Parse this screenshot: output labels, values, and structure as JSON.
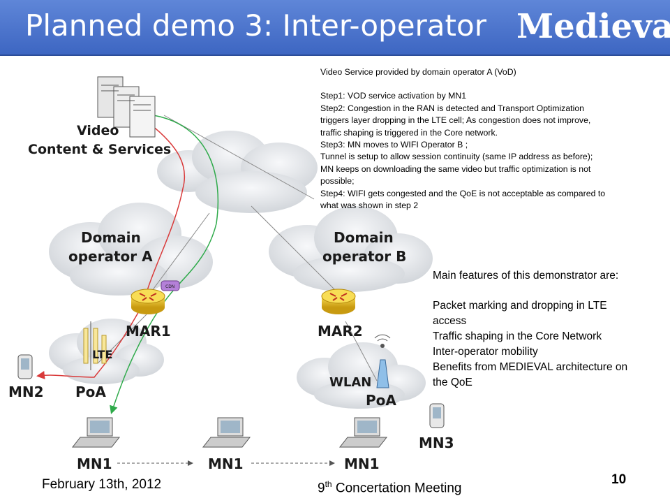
{
  "slide": {
    "title": "Planned demo 3: Inter-operator",
    "logo_text": "Medieval"
  },
  "diagram": {
    "video_line1": "Video",
    "video_line2": "Content & Services",
    "domain_a_line1": "Domain",
    "domain_a_line2": "operator A",
    "domain_b_line1": "Domain",
    "domain_b_line2": "operator B",
    "cdn": "CDN",
    "mar1": "MAR1",
    "mar2": "MAR2",
    "lte": "LTE",
    "poa_a": "PoA",
    "mn2": "MN2",
    "wlan": "WLAN",
    "poa_b": "PoA",
    "mn3": "MN3",
    "mn1_a": "MN1",
    "mn1_b": "MN1",
    "mn1_c": "MN1"
  },
  "scenario": [
    "Video Service provided by domain operator A (VoD)",
    "",
    "Step1: VOD  service activation by MN1",
    "Step2: Congestion in the RAN is detected and Transport Optimization",
    "triggers layer dropping in the LTE cell; As congestion does not improve,",
    "traffic shaping is triggered in the Core network.",
    "Step3: MN moves to WIFI Operator B ;",
    "Tunnel is setup to allow session continuity (same IP address as before);",
    "MN keeps on downloading the same video but traffic optimization is not",
    "possible;",
    "Step4: WIFI gets congested and the QoE is not acceptable as compared to",
    "what was shown in step 2"
  ],
  "features": [
    "Main features of this demonstrator are:",
    "",
    "Packet marking and dropping in LTE",
    "access",
    "Traffic shaping in the Core Network",
    "Inter-operator mobility",
    "Benefits from MEDIEVAL architecture on",
    "the QoE"
  ],
  "footer": {
    "date": "February 13th, 2012",
    "meeting_sup": "th",
    "meeting_num": "9",
    "meeting_rest": " Concertation Meeting",
    "page": "10"
  },
  "colors": {
    "title_bar": "#4a74cc",
    "red_path": "#d93a3a",
    "green_path": "#2eaa4a",
    "router": "#e8c22a",
    "cloud": "#e3e6ea"
  }
}
